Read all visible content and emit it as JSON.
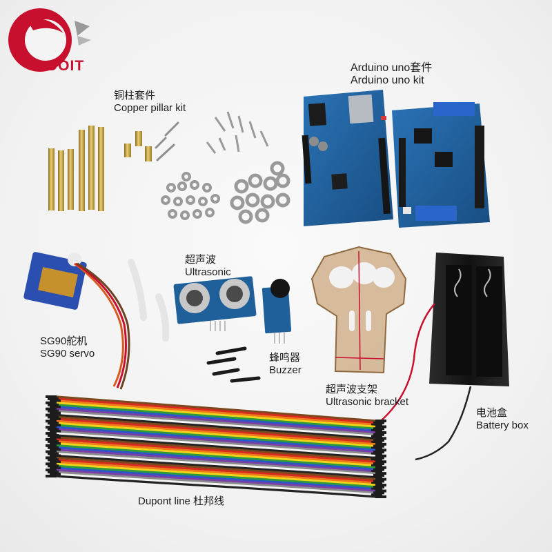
{
  "brand": {
    "name": "DOIT",
    "accent": "#c8102e"
  },
  "labels": {
    "arduino_zh": "Arduino uno套件",
    "arduino_en": "Arduino uno kit",
    "copper_zh": "铜柱套件",
    "copper_en": "Copper pillar kit",
    "ultrasonic_zh": "超声波",
    "ultrasonic_en": "Ultrasonic",
    "servo_zh": "SG90舵机",
    "servo_en": "SG90 servo",
    "buzzer_zh": "蜂鸣器",
    "buzzer_en": "Buzzer",
    "bracket_zh": "超声波支架",
    "bracket_en": "Ultrasonic bracket",
    "battery_zh": "电池盒",
    "battery_en": "Battery box",
    "dupont": "Dupont line 杜邦线"
  },
  "colors": {
    "pcb_blue": "#1f5f9a",
    "brass": "#c9a23a",
    "servo_blue": "#2a4fb0",
    "acrylic": "#c9a47a",
    "battery_black": "#1a1a1a",
    "wire_palette": [
      "#7a4a1e",
      "#d42a1f",
      "#ef7a1a",
      "#f2d31c",
      "#2f9a3a",
      "#2a56c6",
      "#7a3fa6",
      "#8c8c8c",
      "#f4f4f4",
      "#222222"
    ]
  }
}
